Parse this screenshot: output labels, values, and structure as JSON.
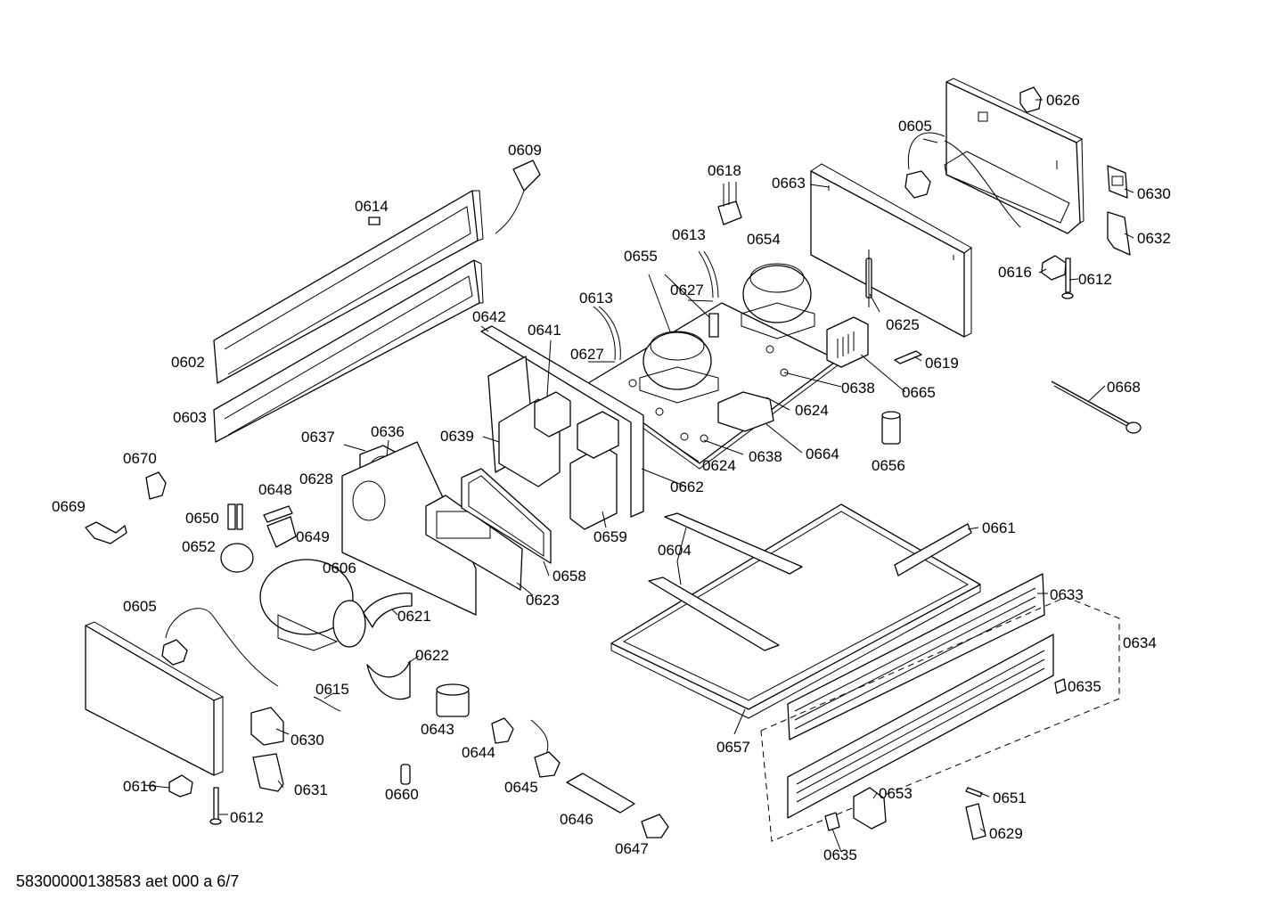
{
  "diagram": {
    "footer": "58300000138583 aet 000 a 6/7",
    "labels": {
      "l0626": "0626",
      "l0605a": "0605",
      "l0630a": "0630",
      "l0609": "0609",
      "l0618": "0618",
      "l0663": "0663",
      "l0632": "0632",
      "l0614": "0614",
      "l0613a": "0613",
      "l0654": "0654",
      "l0616a": "0616",
      "l0612a": "0612",
      "l0655": "0655",
      "l0627a": "0627",
      "l0613b": "0613",
      "l0625": "0625",
      "l0642": "0642",
      "l0641": "0641",
      "l0627b": "0627",
      "l0602": "0602",
      "l0619": "0619",
      "l0638a": "0638",
      "l0668": "0668",
      "l0665": "0665",
      "l0624a": "0624",
      "l0603": "0603",
      "l0637": "0637",
      "l0636": "0636",
      "l0639": "0639",
      "l0638b": "0638",
      "l0664": "0664",
      "l0670": "0670",
      "l0624b": "0624",
      "l0656": "0656",
      "l0628": "0628",
      "l0648": "0648",
      "l0662": "0662",
      "l0669": "0669",
      "l0650": "0650",
      "l0661": "0661",
      "l0649": "0649",
      "l0659": "0659",
      "l0652": "0652",
      "l0604": "0604",
      "l0606": "0606",
      "l0658": "0658",
      "l0623": "0623",
      "l0633": "0633",
      "l0605b": "0605",
      "l0621": "0621",
      "l0634": "0634",
      "l0622": "0622",
      "l0615": "0615",
      "l0635a": "0635",
      "l0630b": "0630",
      "l0643": "0643",
      "l0657": "0657",
      "l0644": "0644",
      "l0616b": "0616",
      "l0631": "0631",
      "l0645": "0645",
      "l0653": "0653",
      "l0660": "0660",
      "l0651": "0651",
      "l0612b": "0612",
      "l0646": "0646",
      "l0629": "0629",
      "l0647": "0647",
      "l0635b": "0635"
    }
  }
}
